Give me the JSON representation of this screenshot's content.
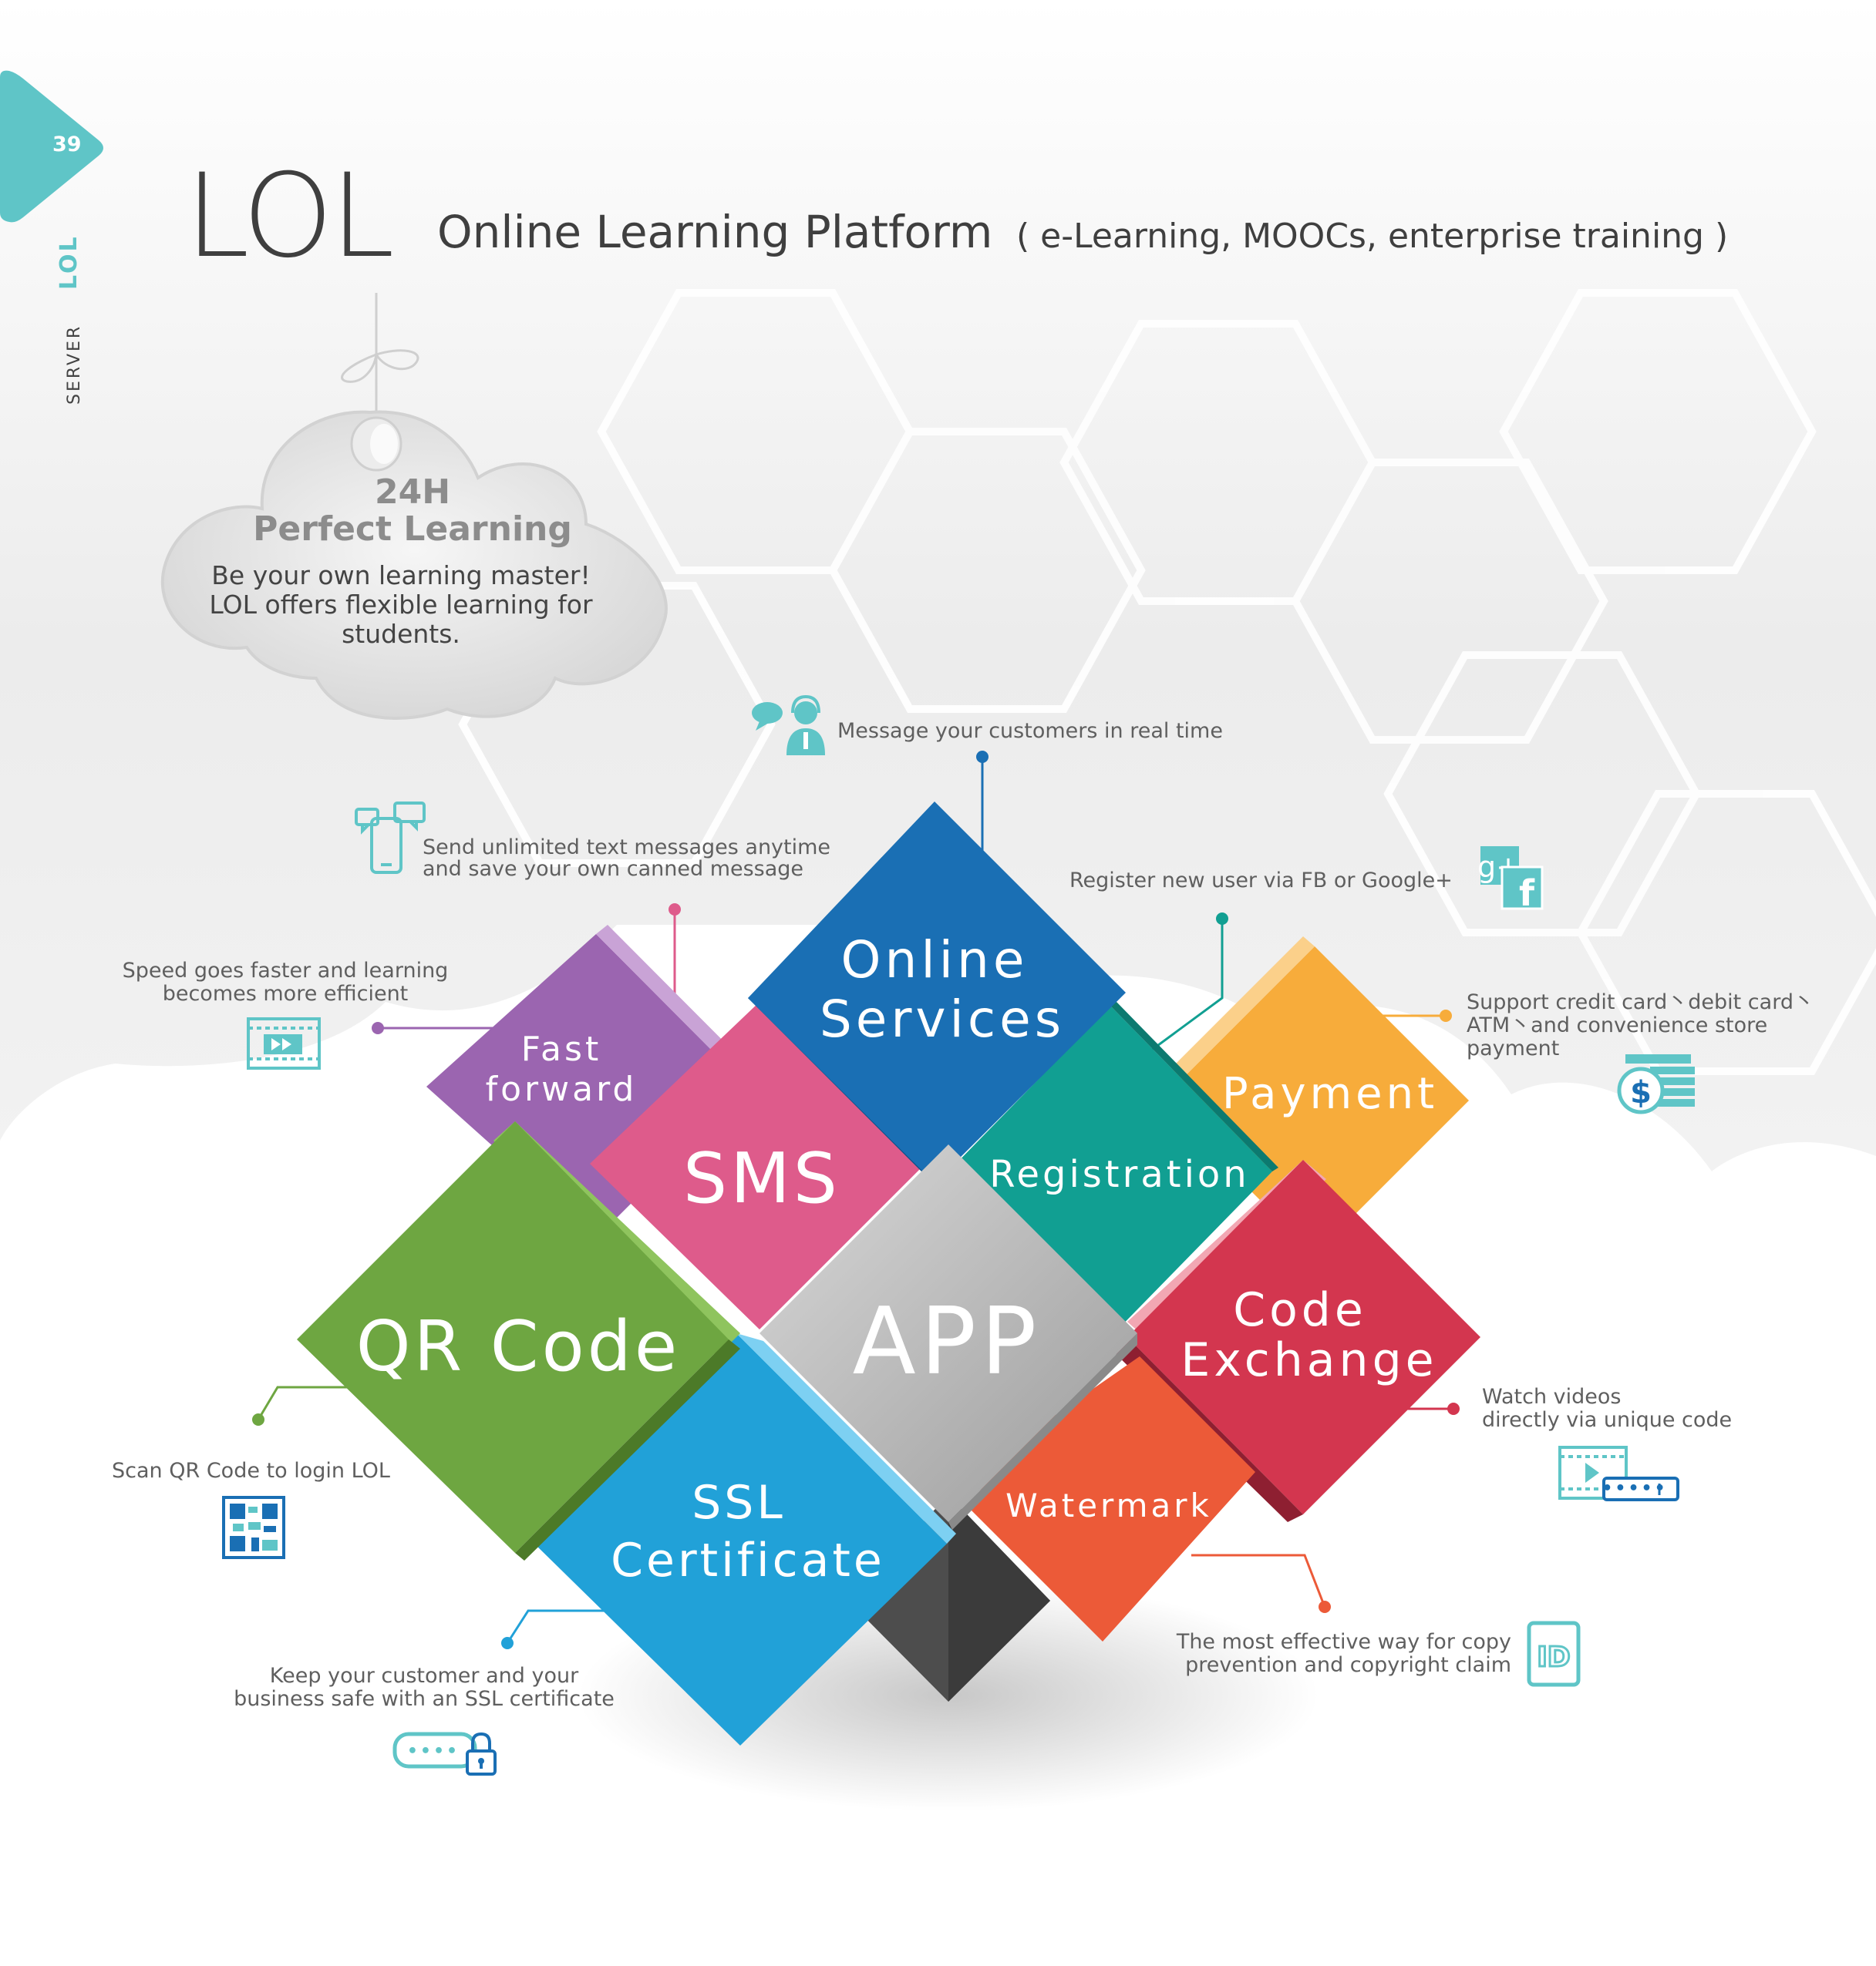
{
  "page": {
    "number": "39",
    "side_labels": {
      "category": "SERVER",
      "product": "LOL"
    },
    "accent_color": "#5fc5c7"
  },
  "header": {
    "logo": "LOL",
    "subtitle": "Online Learning Platform",
    "parenthetical": "( e-Learning, MOOCs, enterprise training )"
  },
  "cloud_badge": {
    "hours": "24H",
    "headline": "Perfect Learning",
    "lines": [
      "Be your own learning master!",
      "LOL offers flexible learning for",
      "students."
    ]
  },
  "center": {
    "label": "APP",
    "color": "#b3b3b3"
  },
  "features": [
    {
      "id": "online-services",
      "label_lines": [
        "Online",
        "Services"
      ],
      "color": "#1a6fb4",
      "desc_lines": [
        "Message your customers in real time"
      ],
      "icon": "customer-support-icon"
    },
    {
      "id": "sms",
      "label_lines": [
        "SMS"
      ],
      "color": "#de5b8b",
      "desc_lines": [
        "Send unlimited text messages anytime",
        "and save your own canned message"
      ],
      "icon": "phone-message-icon"
    },
    {
      "id": "fast-forward",
      "label_lines": [
        "Fast",
        "forward"
      ],
      "color": "#9b65b0",
      "desc_lines": [
        "Speed goes faster and learning",
        "becomes more efficient"
      ],
      "icon": "video-fast-forward-icon"
    },
    {
      "id": "registration",
      "label_lines": [
        "Registration"
      ],
      "color": "#119f92",
      "desc_lines": [
        "Register new user via FB or Google+"
      ],
      "icon": "social-login-icon"
    },
    {
      "id": "payment",
      "label_lines": [
        "Payment"
      ],
      "color": "#f7ac3b",
      "desc_lines": [
        "Support credit card丶debit card丶",
        "ATM丶and convenience store",
        "payment"
      ],
      "icon": "money-icon"
    },
    {
      "id": "qr-code",
      "label_lines": [
        "QR Code"
      ],
      "color": "#6ea641",
      "desc_lines": [
        "Scan QR Code to login LOL"
      ],
      "icon": "qr-code-icon"
    },
    {
      "id": "code-exchange",
      "label_lines": [
        "Code",
        "Exchange"
      ],
      "color": "#d3364f",
      "desc_lines": [
        "Watch videos",
        "directly via unique code"
      ],
      "icon": "video-code-icon"
    },
    {
      "id": "ssl-certificate",
      "label_lines": [
        "SSL",
        "Certificate"
      ],
      "color": "#21a1d8",
      "desc_lines": [
        "Keep your customer and your",
        "business safe with an SSL certificate"
      ],
      "icon": "password-lock-icon"
    },
    {
      "id": "watermark",
      "label_lines": [
        "Watermark"
      ],
      "color": "#ec5a38",
      "desc_lines": [
        "The most effective way for copy",
        "prevention and copyright claim"
      ],
      "icon": "id-card-icon"
    }
  ]
}
